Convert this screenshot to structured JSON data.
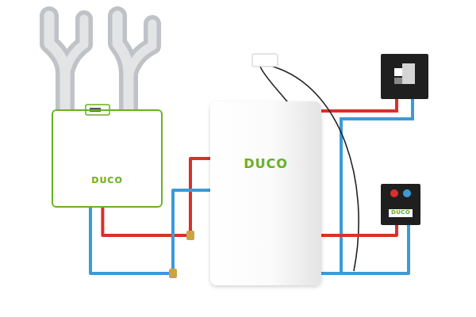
{
  "diagram": {
    "nodes": [
      {
        "text": [
          "DUCO"
        ]
      },
      {
        "text": [
          "DUCO"
        ]
      },
      {
        "text": [
          "DUCO"
        ]
      }
    ],
    "edges": [
      {
        "from": 0,
        "to": 1,
        "arrow": "none"
      },
      {
        "from": 0,
        "to": 1,
        "arrow": "none"
      },
      {
        "from": 1,
        "to": 2,
        "arrow": "none"
      },
      {
        "from": 1,
        "to": 2,
        "arrow": "none"
      }
    ]
  }
}
